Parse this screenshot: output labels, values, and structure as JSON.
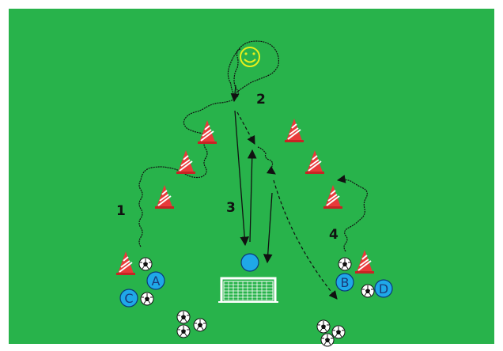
{
  "diagram": {
    "step_labels": [
      "1",
      "2",
      "3",
      "4"
    ],
    "player_labels": [
      "A",
      "B",
      "C",
      "D"
    ],
    "player_color": "#1fa8e8",
    "field_color": "#28b34b",
    "cone_color": "#e83a3a",
    "smiley_color": "#e6ef1d",
    "smiley_glyph": "☺"
  }
}
